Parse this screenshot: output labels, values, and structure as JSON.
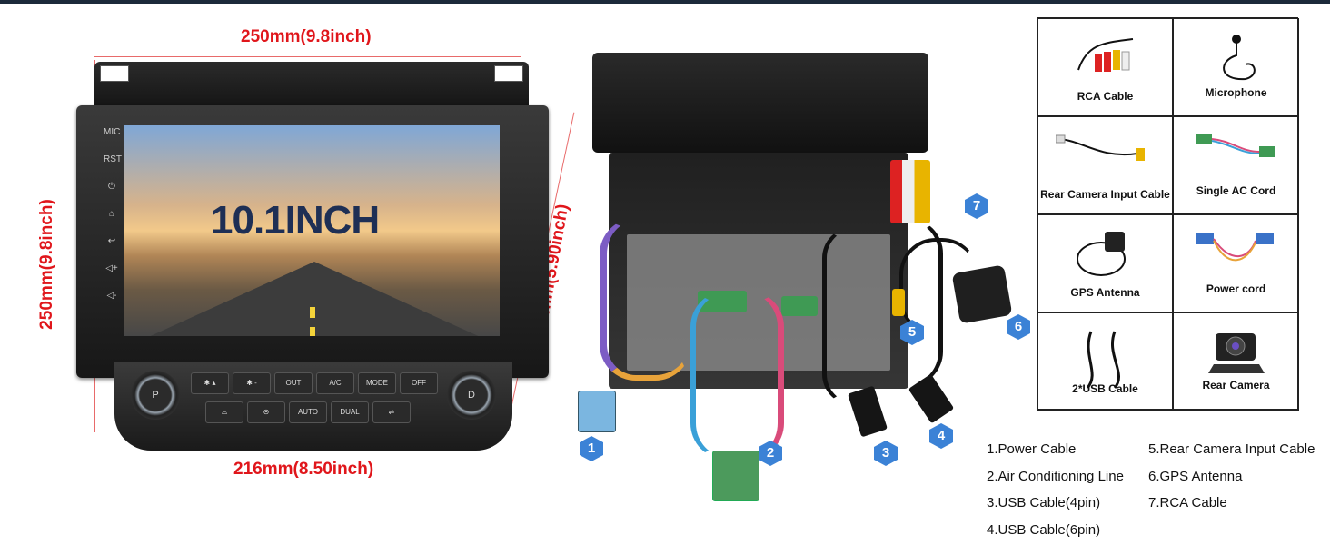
{
  "dimensions": {
    "top_width": "250mm(9.8inch)",
    "bottom_width": "216mm(8.50inch)",
    "left_height": "250mm(9.8inch)",
    "right_height": "150mm(5.90inch)"
  },
  "screen": {
    "headline": "10.1INCH",
    "side_icons": [
      "MIC",
      "RST",
      "power-icon",
      "home-icon",
      "back-icon",
      "volume-up-icon",
      "volume-down-icon"
    ]
  },
  "head_unit": {
    "knob_left": "P",
    "knob_right": "D",
    "buttons_row1": [
      "✱ ▴",
      "✱ -",
      "OUT",
      "A/C",
      "MODE",
      "OFF"
    ],
    "buttons_row2": [
      "⌓",
      "⊝",
      "AUTO",
      "DUAL",
      "⇌"
    ]
  },
  "badges": [
    "1",
    "2",
    "3",
    "4",
    "5",
    "6",
    "7"
  ],
  "accessories": [
    {
      "label": "RCA Cable",
      "icon": "rca-cable-icon"
    },
    {
      "label": "Microphone",
      "icon": "microphone-icon"
    },
    {
      "label": "Rear Camera Input Cable",
      "icon": "camera-input-cable-icon"
    },
    {
      "label": "Single AC Cord",
      "icon": "ac-cord-icon"
    },
    {
      "label": "GPS Antenna",
      "icon": "gps-antenna-icon"
    },
    {
      "label": "Power cord",
      "icon": "power-cord-icon"
    },
    {
      "label": "2*USB Cable",
      "icon": "usb-cable-icon"
    },
    {
      "label": "Rear Camera",
      "icon": "rear-camera-icon"
    }
  ],
  "legend": {
    "left": [
      "1.Power Cable",
      "2.Air Conditioning Line",
      "3.USB Cable(4pin)",
      "4.USB Cable(6pin)"
    ],
    "right": [
      "5.Rear Camera Input Cable",
      "6.GPS Antenna",
      "7.RCA Cable"
    ]
  },
  "colors": {
    "dimension_red": "#e0161b",
    "badge_blue": "#3b82d6",
    "frame_dark": "#1c2a3a"
  }
}
